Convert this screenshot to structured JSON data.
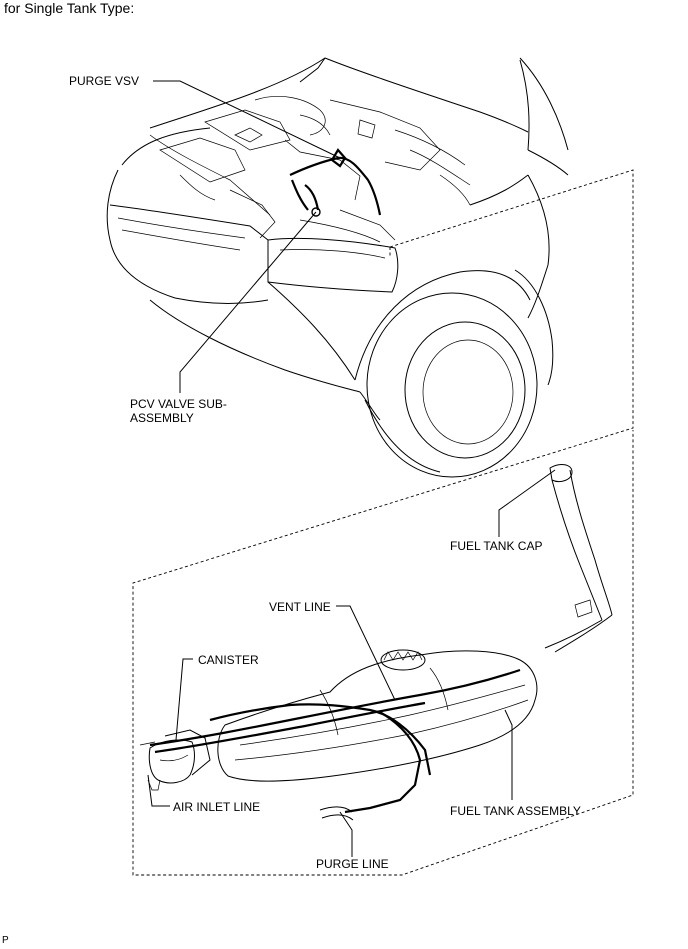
{
  "caption": "for Single Tank Type:",
  "labels": {
    "purge_vsv": "PURGE VSV",
    "pcv_line1": "PCV VALVE SUB-",
    "pcv_line2": "ASSEMBLY",
    "fuel_tank_cap": "FUEL TANK CAP",
    "vent_line": "VENT LINE",
    "canister": "CANISTER",
    "air_inlet_line": "AIR INLET LINE",
    "fuel_tank_assembly": "FUEL TANK ASSEMBLY",
    "purge_line": "PURGE LINE"
  },
  "footer": "P"
}
